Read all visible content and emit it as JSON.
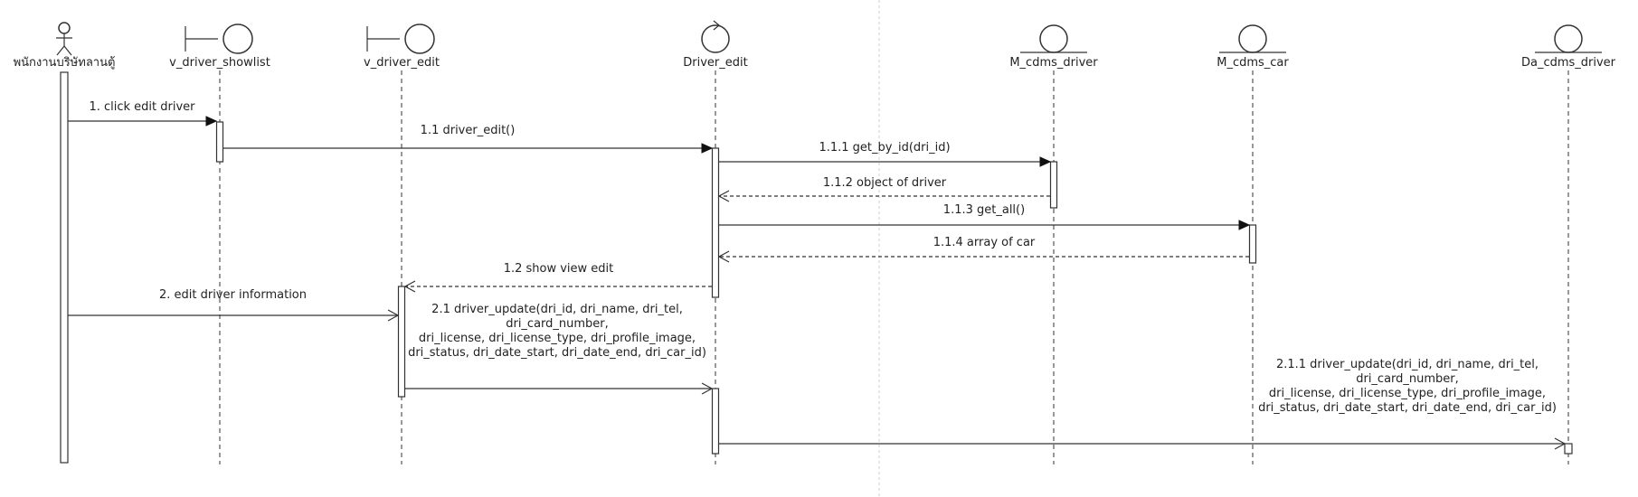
{
  "participants": [
    {
      "id": "actor",
      "kind": "actor",
      "name": "พนักงานบริษัทลานตู้"
    },
    {
      "id": "v_driver_showlist",
      "kind": "boundary",
      "name": "v_driver_showlist"
    },
    {
      "id": "v_driver_edit",
      "kind": "boundary",
      "name": "v_driver_edit"
    },
    {
      "id": "Driver_edit",
      "kind": "control",
      "name": "Driver_edit"
    },
    {
      "id": "M_cdms_driver",
      "kind": "entity",
      "name": "M_cdms_driver"
    },
    {
      "id": "M_cdms_car",
      "kind": "entity",
      "name": "M_cdms_car"
    },
    {
      "id": "Da_cdms_driver",
      "kind": "entity",
      "name": "Da_cdms_driver"
    }
  ],
  "messages": [
    {
      "id": "m1",
      "from": "actor",
      "to": "v_driver_showlist",
      "type": "sync",
      "lines": [
        "1. click edit driver"
      ]
    },
    {
      "id": "m11",
      "from": "v_driver_showlist",
      "to": "Driver_edit",
      "type": "sync",
      "lines": [
        "1.1 driver_edit()"
      ]
    },
    {
      "id": "m111",
      "from": "Driver_edit",
      "to": "M_cdms_driver",
      "type": "sync",
      "lines": [
        "1.1.1 get_by_id(dri_id)"
      ]
    },
    {
      "id": "m112",
      "from": "M_cdms_driver",
      "to": "Driver_edit",
      "type": "return",
      "lines": [
        "1.1.2 object of driver"
      ]
    },
    {
      "id": "m113",
      "from": "Driver_edit",
      "to": "M_cdms_car",
      "type": "sync",
      "lines": [
        "1.1.3 get_all()"
      ]
    },
    {
      "id": "m114",
      "from": "M_cdms_car",
      "to": "Driver_edit",
      "type": "return",
      "lines": [
        "1.1.4 array of car"
      ]
    },
    {
      "id": "m12",
      "from": "Driver_edit",
      "to": "v_driver_edit",
      "type": "return",
      "lines": [
        "1.2 show view edit"
      ]
    },
    {
      "id": "m2",
      "from": "actor",
      "to": "v_driver_edit",
      "type": "async",
      "lines": [
        "2. edit driver information"
      ]
    },
    {
      "id": "m21",
      "from": "v_driver_edit",
      "to": "Driver_edit",
      "type": "async",
      "lines": [
        "2.1 driver_update(dri_id, dri_name, dri_tel,",
        "dri_card_number,",
        "dri_license, dri_license_type, dri_profile_image,",
        "dri_status, dri_date_start, dri_date_end, dri_car_id)"
      ]
    },
    {
      "id": "m211",
      "from": "Driver_edit",
      "to": "Da_cdms_driver",
      "type": "async",
      "lines": [
        "2.1.1 driver_update(dri_id, dri_name, dri_tel,",
        "dri_card_number,",
        "dri_license, dri_license_type, dri_profile_image,",
        "dri_status, dri_date_start, dri_date_end, dri_car_id)"
      ]
    }
  ]
}
